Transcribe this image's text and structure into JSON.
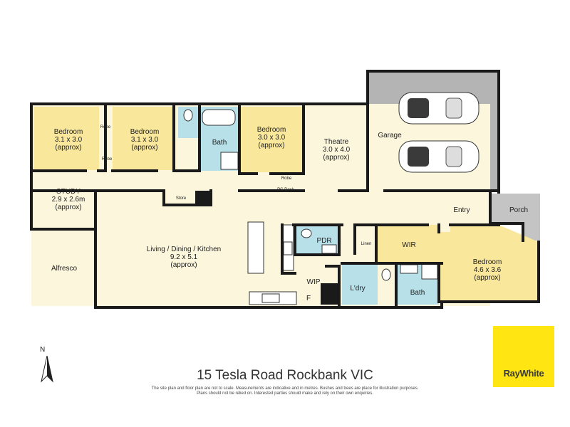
{
  "rooms": {
    "bedroom1": [
      "Bedroom",
      "3.1 x 3.0",
      "(approx)"
    ],
    "bedroom2": [
      "Bedroom",
      "3.1 x 3.0",
      "(approx)"
    ],
    "bedroom3": [
      "Bedroom",
      "3.0 x 3.0",
      "(approx)"
    ],
    "theatre": [
      "Theatre",
      "3.0 x 4.0",
      "(approx)"
    ],
    "garage": "Garage",
    "study": [
      "STUDY",
      "2.9 x 2.6m",
      "(approx)"
    ],
    "living": [
      "Living / Dining / Kitchen",
      "9.2 x 5.1",
      "(approx)"
    ],
    "alfresco": "Alfresco",
    "master": [
      "Bedroom",
      "4.6 x 3.6",
      "(approx)"
    ],
    "entry": "Entry",
    "porch": "Porch",
    "wir": "WIR",
    "bath_main": "Bath",
    "bath_ensuite": "Bath",
    "pdr": "PDR",
    "wip": "WIP",
    "laundry": "L'dry",
    "fridge": "F",
    "robe1": "Robe",
    "robe2": "Robe",
    "robe3": "Robe",
    "store": "Store",
    "pc_desk": "PC Desk",
    "linen": "Linen"
  },
  "compass": "N",
  "address": "15 Tesla Road Rockbank VIC",
  "disclaimer": [
    "The site plan and floor plan are not to scale. Measurements are indicative and in metres. Bushes and trees are place for illustration purposes.",
    "Plans should not be relied on. Interested parties should make and rely on their own enquiries."
  ],
  "logo": "RayWhite",
  "colors": {
    "bedroom": "#f9e79c",
    "living": "#fbf6dc",
    "wet_area": "#b8e0e8",
    "garage": "#b4b4b4",
    "outdoor": "#c4c4c4",
    "wall": "#1a1a1a",
    "brand": "#ffe512"
  }
}
